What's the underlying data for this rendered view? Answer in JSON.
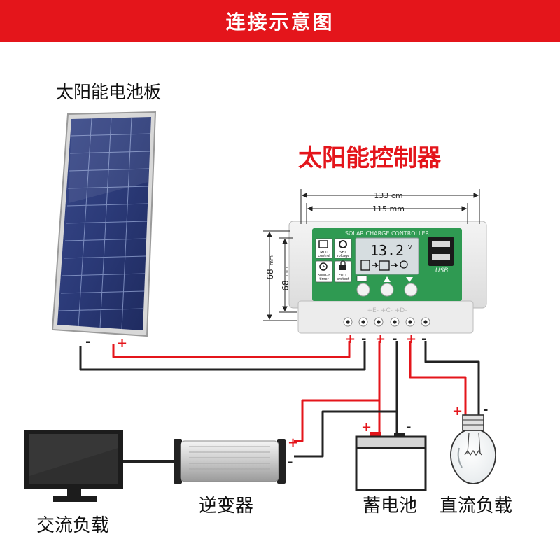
{
  "header": {
    "title": "连接示意图"
  },
  "labels": {
    "solar_panel": "太阳能电池板",
    "controller": "太阳能控制器",
    "ac_load": "交流负载",
    "inverter": "逆变器",
    "battery": "蓄电池",
    "dc_load": "直流负载"
  },
  "dimensions": {
    "width_outer": "133 cm",
    "width_inner": "115 mm",
    "height_a": "68",
    "height_b": "68",
    "height_unit": "mm"
  },
  "controller_face": {
    "brand_text": "SOLAR CHARGE CONTROLLER",
    "display_value": "13.2",
    "display_unit": "V",
    "usb_label": "USB",
    "features": [
      {
        "line1": "MCU",
        "line2": "control"
      },
      {
        "line1": "SET",
        "line2": "voltage"
      },
      {
        "line1": "Build-in",
        "line2": "timer"
      },
      {
        "line1": "FULL",
        "line2": "protect"
      }
    ],
    "terminal_labels": "+E-  +C-  +D-"
  },
  "polarity": {
    "plus": "+",
    "minus": "-"
  },
  "colors": {
    "banner": "#e4151b",
    "positive_wire": "#e4151b",
    "negative_wire": "#222222",
    "controller_face": "#2f9a52"
  }
}
